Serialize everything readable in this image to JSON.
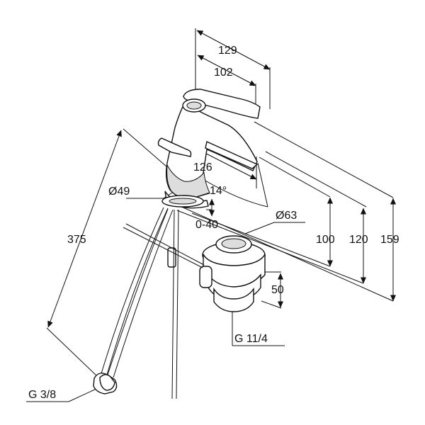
{
  "dimensions": {
    "top_width": "129",
    "inner_width": "102",
    "spout_reach": "126",
    "angle": "14°",
    "base_diameter": "Ø49",
    "height_range": "0-40",
    "waste_diameter": "Ø63",
    "waste_height": "50",
    "height_100": "100",
    "height_120": "120",
    "height_159": "159",
    "hose_length": "375",
    "thread_waste": "G 11/4",
    "thread_hose": "G 3/8"
  }
}
